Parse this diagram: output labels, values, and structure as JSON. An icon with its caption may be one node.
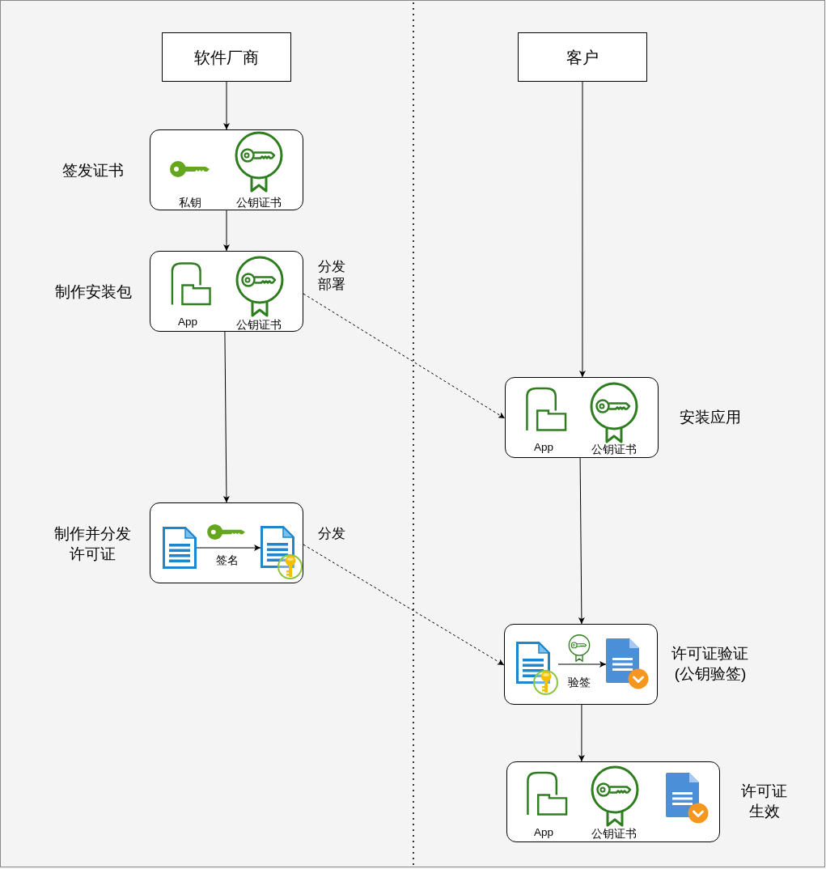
{
  "diagram": {
    "nodes": [
      {
        "text": [
          "软件厂商"
        ]
      },
      {
        "text": [
          "私钥",
          "公钥证书"
        ],
        "beside": [
          "签发证书"
        ]
      },
      {
        "text": [
          "App",
          "公钥证书"
        ],
        "beside": [
          "制作安装包"
        ]
      },
      {
        "text": [],
        "shape": "box",
        "beside": [
          "制作并分发许可证"
        ]
      },
      {
        "text": [],
        "shape": "picture",
        "in": 3
      },
      {
        "text": [],
        "shape": "picture",
        "in": 3
      },
      {
        "text": [
          "客户"
        ]
      },
      {
        "text": [
          "App",
          "公钥证书"
        ],
        "beside": [
          "安装应用"
        ]
      },
      {
        "text": [],
        "shape": "box",
        "beside": [
          "许可证验证(公钥验签)"
        ]
      },
      {
        "text": [],
        "shape": "picture",
        "in": 8
      },
      {
        "text": [],
        "shape": "picture",
        "in": 8
      },
      {
        "text": [
          "App",
          "公钥证书"
        ],
        "beside": [
          "许可证生效"
        ]
      }
    ],
    "edges": [
      {
        "from": 0,
        "to": 1,
        "arrow": "to"
      },
      {
        "from": 1,
        "to": 2,
        "arrow": "to"
      },
      {
        "from": 2,
        "to": 3,
        "arrow": "to"
      },
      {
        "from": 4,
        "to": 5,
        "arrow": "to",
        "label": "签名"
      },
      {
        "from": 2,
        "to": 7,
        "arrow": "to",
        "style": "dashed",
        "label": "分发部署"
      },
      {
        "from": 3,
        "to": 8,
        "arrow": "to",
        "style": "dashed",
        "label": "分发"
      },
      {
        "from": 6,
        "to": 7,
        "arrow": "to"
      },
      {
        "from": 7,
        "to": 8,
        "arrow": "to"
      },
      {
        "from": 9,
        "to": 10,
        "arrow": "to",
        "label": "验签"
      },
      {
        "from": 8,
        "to": 11,
        "arrow": "to"
      }
    ]
  }
}
